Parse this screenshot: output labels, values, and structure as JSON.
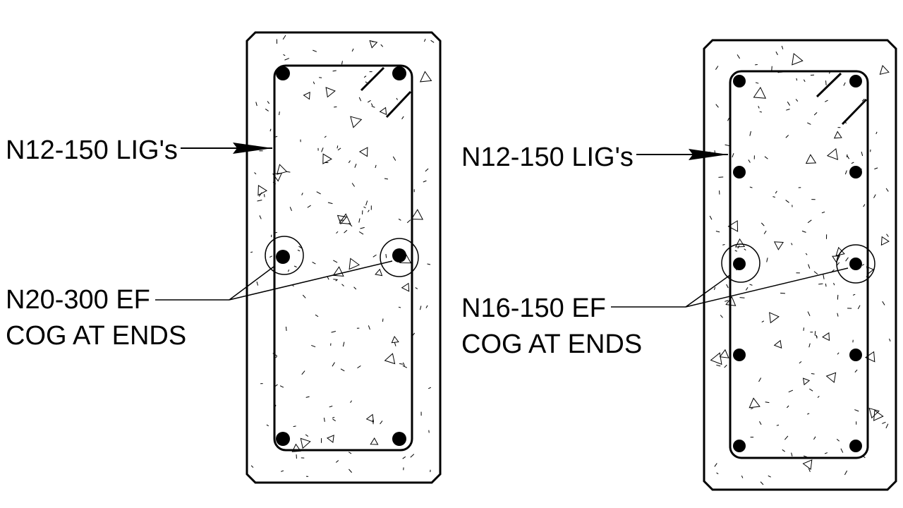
{
  "colors": {
    "ink": "#000000",
    "paper": "#ffffff"
  },
  "sections": [
    {
      "ligatures_label": "N12-150 LIG's",
      "main_bars_label_line1": "N20-300 EF",
      "main_bars_label_line2": "COG AT ENDS",
      "bars_per_face": 3
    },
    {
      "ligatures_label": "N12-150 LIG's",
      "main_bars_label_line1": "N16-150 EF",
      "main_bars_label_line2": "COG AT ENDS",
      "bars_per_face": 5
    }
  ]
}
